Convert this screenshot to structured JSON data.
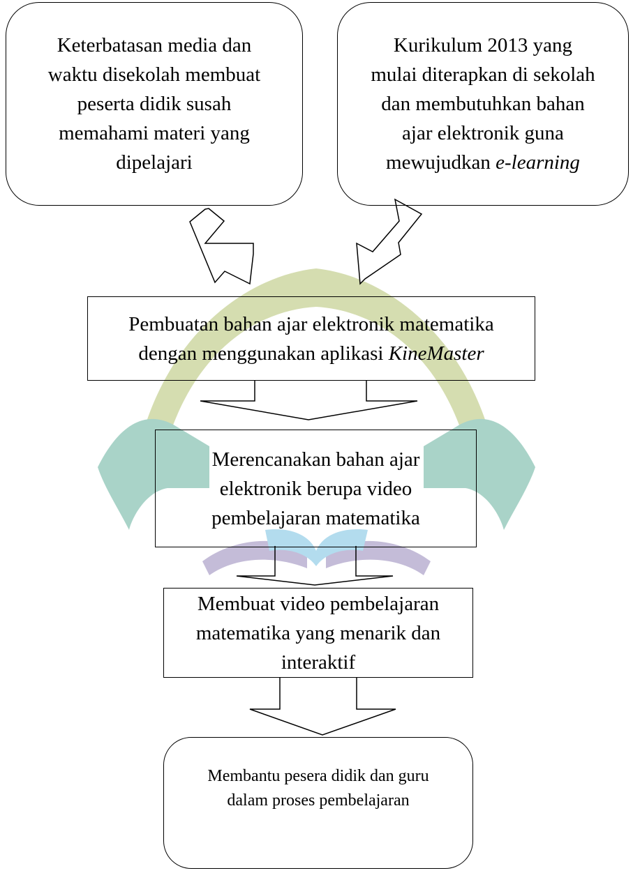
{
  "diagram": {
    "box_left": {
      "lines": [
        "Keterbatasan media dan",
        "waktu disekolah membuat",
        "peserta didik susah",
        "memahami materi yang",
        "dipelajari"
      ]
    },
    "box_right": {
      "lines": [
        "Kurikulum 2013 yang",
        "mulai diterapkan di sekolah",
        "dan membutuhkan bahan",
        "ajar elektronik guna"
      ],
      "last_prefix": "mewujudkan ",
      "last_italic": "e-learning"
    },
    "box_step1": {
      "line1": "Pembuatan bahan ajar elektronik matematika",
      "line2_prefix": "dengan menggunakan aplikasi ",
      "line2_italic": "KineMaster"
    },
    "box_step2": {
      "lines": [
        "Merencanakan bahan ajar",
        "elektronik berupa video",
        "pembelajaran matematika"
      ]
    },
    "box_step3": {
      "lines": [
        "Membuat video pembelajaran",
        "matematika yang menarik dan",
        "interaktif"
      ]
    },
    "box_result": {
      "lines": [
        "Membantu pesera didik dan guru",
        "dalam proses pembelajaran"
      ]
    },
    "watermark_colors": {
      "green": "#d5ddb0",
      "teal": "#a9d3c8",
      "blue": "#b3dcee",
      "purple": "#c4bcd8"
    }
  }
}
